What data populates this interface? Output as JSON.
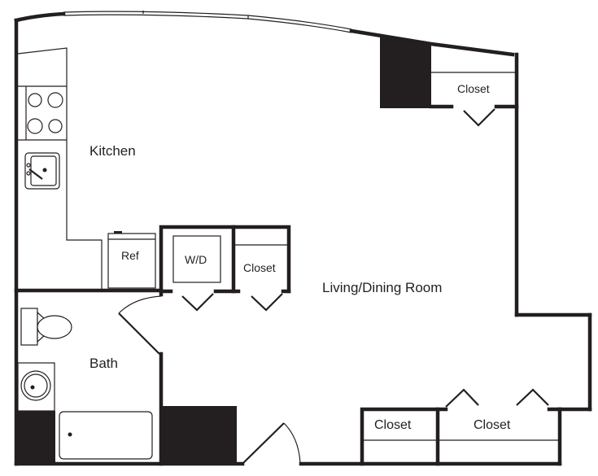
{
  "floor_plan": {
    "rooms": {
      "kitchen": "Kitchen",
      "living_dining": "Living/Dining Room",
      "bath": "Bath"
    },
    "fixtures": {
      "refrigerator": "Ref",
      "washer_dryer": "W/D"
    },
    "closets": {
      "top_right": "Closet",
      "hall": "Closet",
      "bottom_left": "Closet",
      "bottom_right": "Closet"
    },
    "colors": {
      "line": "#231f20",
      "background": "#ffffff"
    }
  }
}
